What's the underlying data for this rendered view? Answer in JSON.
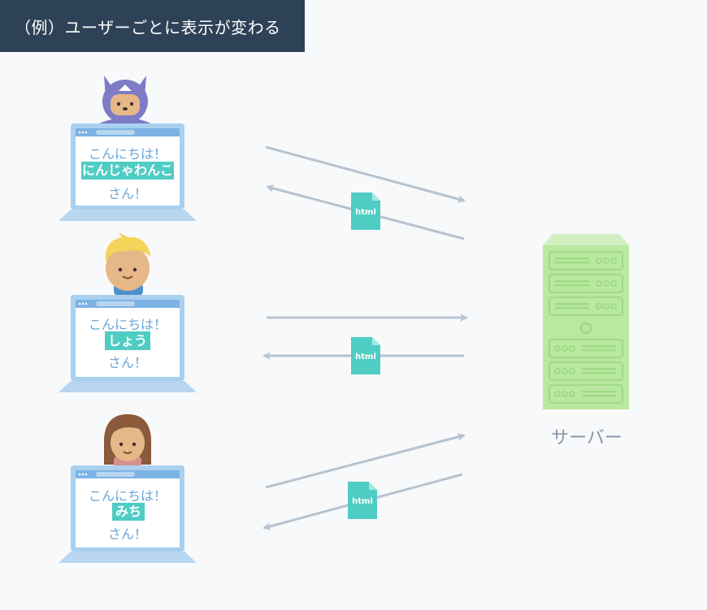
{
  "title": "（例）ユーザーごとに表示が変わる",
  "server_label": "サーバー",
  "file_label": "html",
  "users": [
    {
      "hello": "こんにちは！",
      "name": "にんじゃわんこ",
      "suffix": "さん！",
      "avatar": "ninja-dog-icon"
    },
    {
      "hello": "こんにちは！",
      "name": "しょう",
      "suffix": "さん！",
      "avatar": "blond-boy-icon"
    },
    {
      "hello": "こんにちは！",
      "name": "みち",
      "suffix": "さん！",
      "avatar": "brown-hair-girl-icon"
    }
  ],
  "colors": {
    "header_bg": "#2e4257",
    "laptop_frame": "#a9d0ee",
    "name_highlight": "#4fcdc4",
    "greeting_text": "#6aa5d6",
    "arrow": "#b6c3d1",
    "file_icon": "#4fcdc4",
    "server": "#b9e8a0"
  }
}
